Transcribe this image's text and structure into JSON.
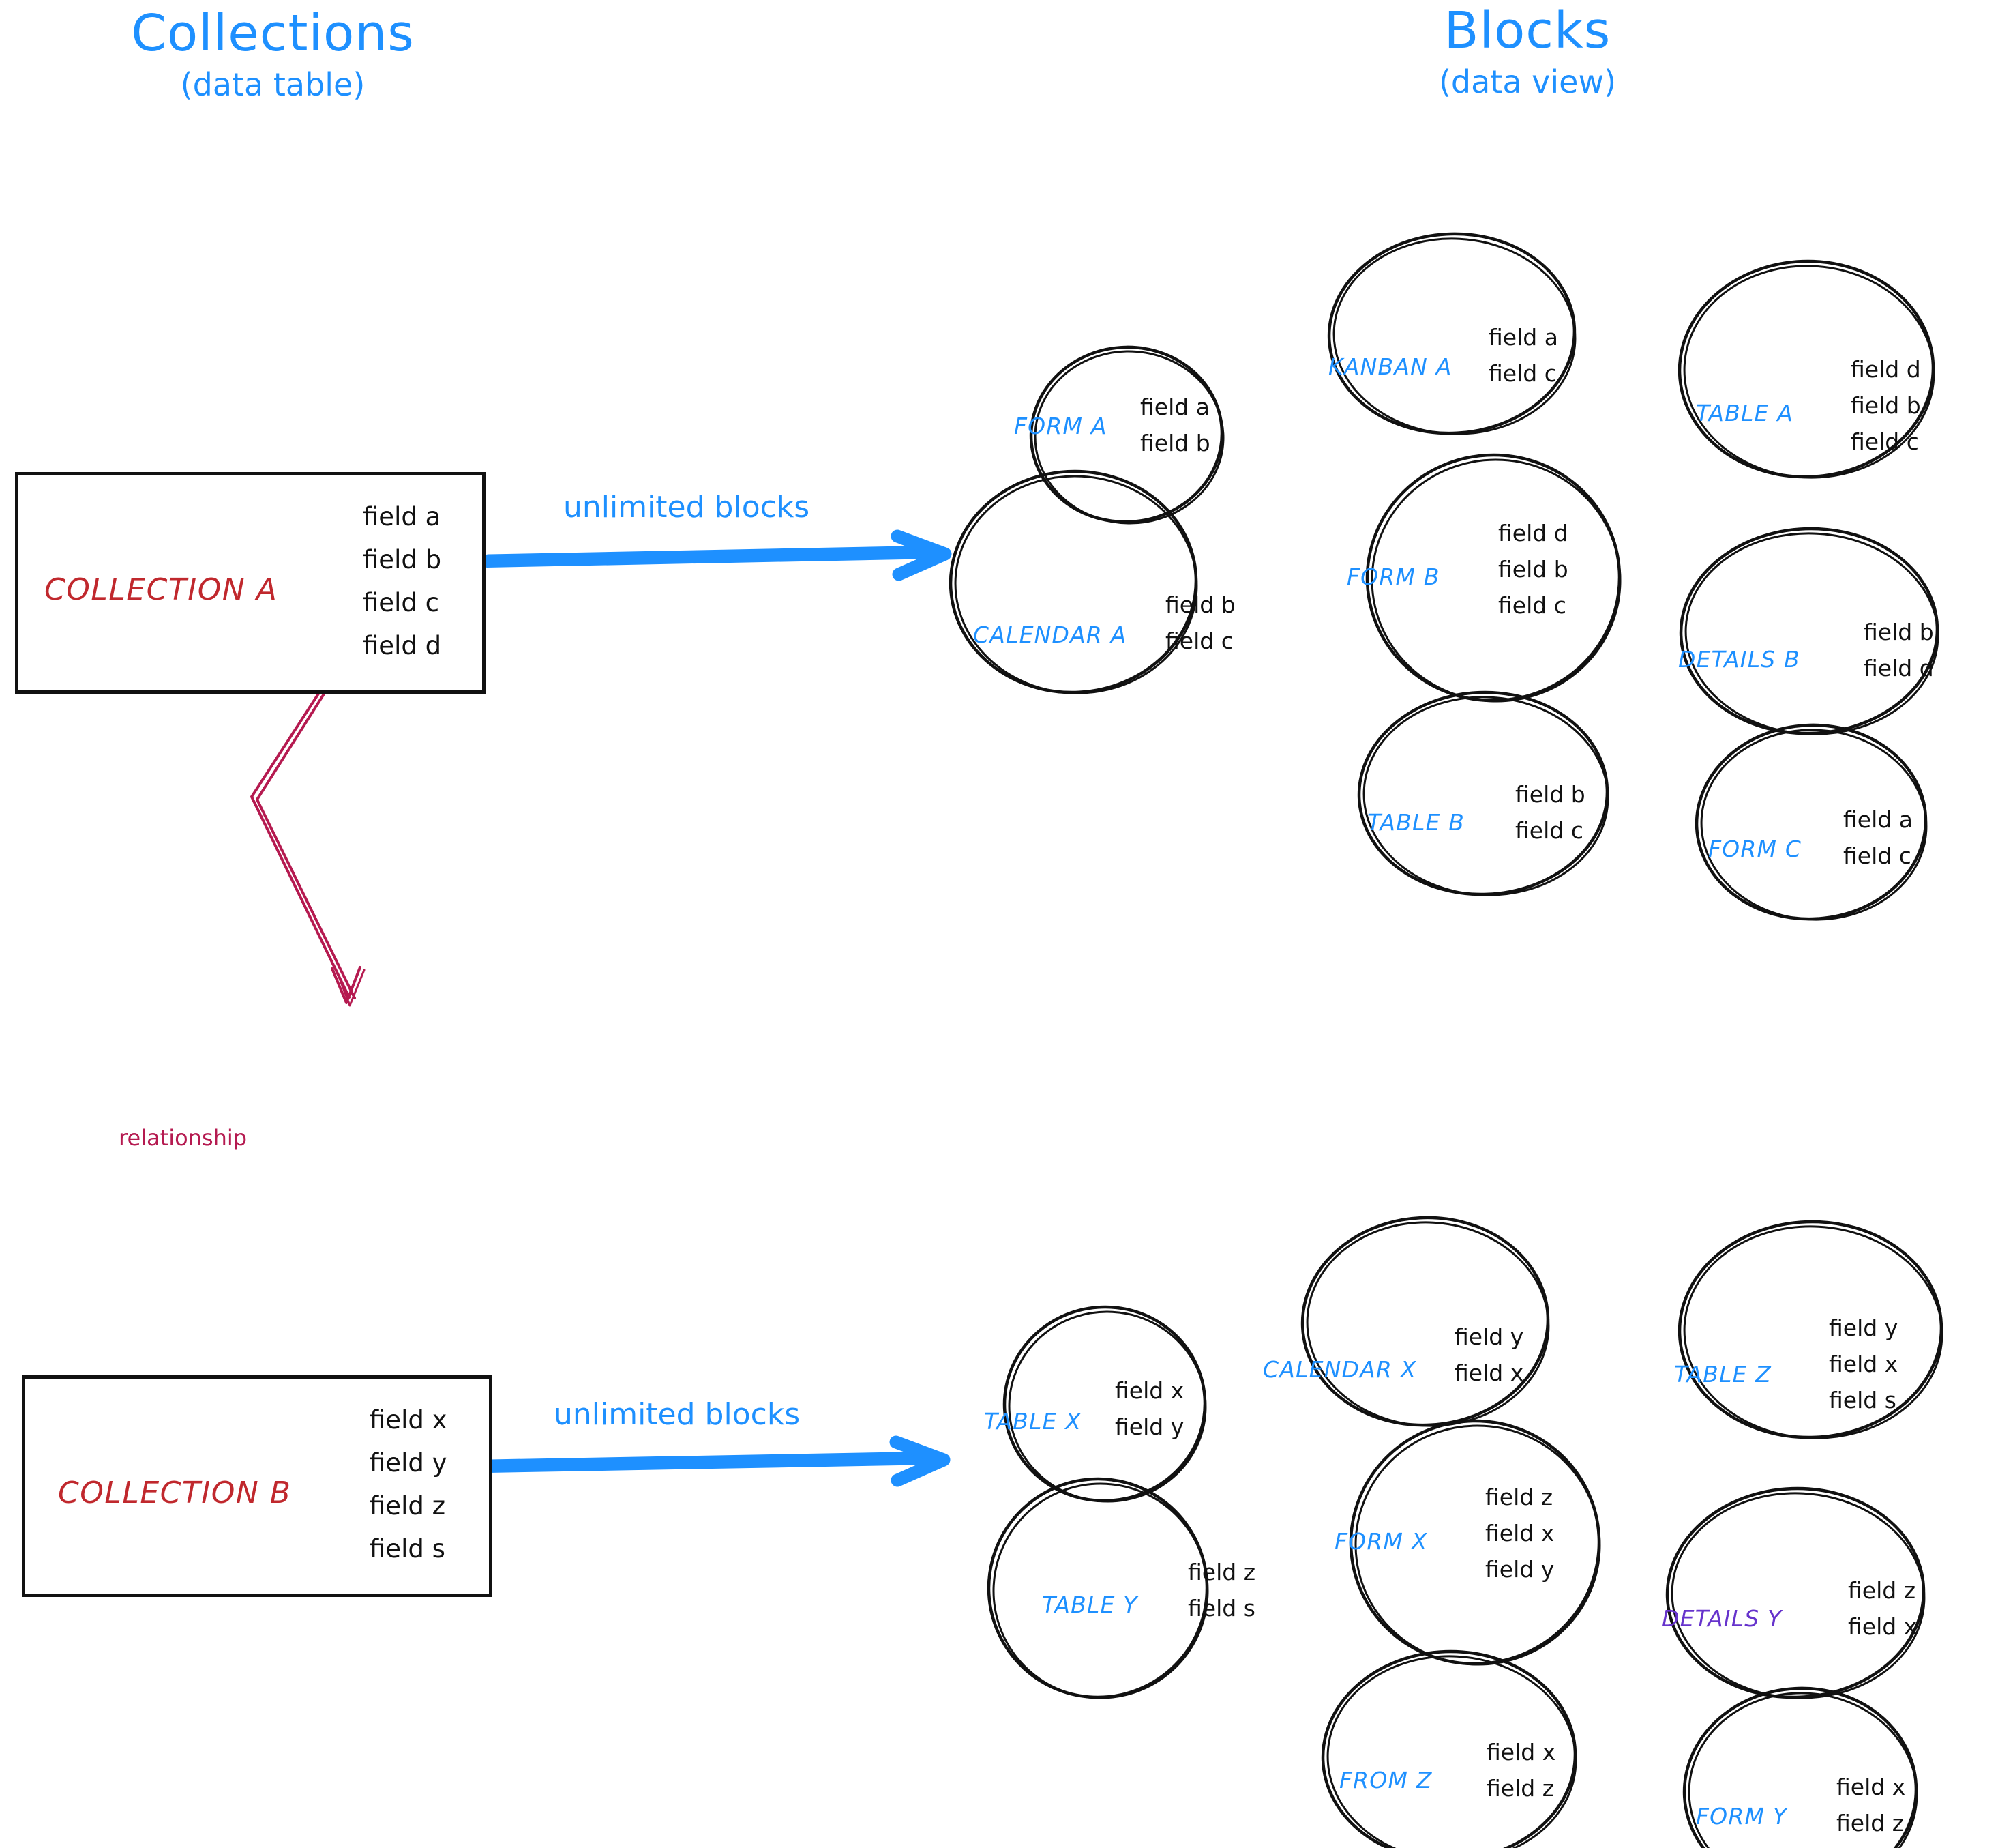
{
  "colors": {
    "accent_blue": "#1e90ff",
    "collection_red": "#c0282d",
    "relationship_crimson": "#b51a50",
    "details_purple": "#6633cc",
    "ink_black": "#111111"
  },
  "headers": {
    "left": {
      "title": "Collections",
      "subtitle": "(data table)"
    },
    "right": {
      "title": "Blocks",
      "subtitle": "(data view)"
    }
  },
  "collections": [
    {
      "id": "collection-a",
      "name": "COLLECTION A",
      "fields": [
        "field a",
        "field b",
        "field c",
        "field d"
      ]
    },
    {
      "id": "collection-b",
      "name": "COLLECTION B",
      "fields": [
        "field x",
        "field y",
        "field z",
        "field s"
      ]
    }
  ],
  "arrows": {
    "top_label": "unlimited blocks",
    "bottom_label": "unlimited blocks",
    "relationship_label": "relationship"
  },
  "blocks_top": [
    {
      "id": "form-a",
      "name": "FORM A",
      "fields": [
        "field a",
        "field b"
      ]
    },
    {
      "id": "kanban-a",
      "name": "KANBAN A",
      "fields": [
        "field a",
        "field c"
      ]
    },
    {
      "id": "table-a",
      "name": "TABLE A",
      "fields": [
        "field d",
        "field b",
        "field c"
      ]
    },
    {
      "id": "calendar-a",
      "name": "CALENDAR A",
      "fields": [
        "field b",
        "field c"
      ]
    },
    {
      "id": "form-b",
      "name": "FORM B",
      "fields": [
        "field d",
        "field b",
        "field c"
      ]
    },
    {
      "id": "details-b",
      "name": "DETAILS B",
      "fields": [
        "field b",
        "field d"
      ]
    },
    {
      "id": "table-b",
      "name": "TABLE B",
      "fields": [
        "field b",
        "field c"
      ]
    },
    {
      "id": "form-c",
      "name": "FORM C",
      "fields": [
        "field a",
        "field c"
      ]
    }
  ],
  "blocks_bottom": [
    {
      "id": "table-x",
      "name": "TABLE X",
      "fields": [
        "field x",
        "field y"
      ]
    },
    {
      "id": "calendar-x",
      "name": "CALENDAR X",
      "fields": [
        "field y",
        "field x"
      ]
    },
    {
      "id": "table-z",
      "name": "TABLE Z",
      "fields": [
        "field y",
        "field x",
        "field s"
      ]
    },
    {
      "id": "table-y",
      "name": "TABLE Y",
      "fields": [
        "field z",
        "field s"
      ]
    },
    {
      "id": "form-x",
      "name": "FORM X",
      "fields": [
        "field z",
        "field x",
        "field y"
      ]
    },
    {
      "id": "details-y",
      "name": "DETAILS Y",
      "fields": [
        "field z",
        "field x"
      ]
    },
    {
      "id": "from-z",
      "name": "FROM Z",
      "fields": [
        "field x",
        "field z"
      ]
    },
    {
      "id": "form-y",
      "name": "FORM Y",
      "fields": [
        "field x",
        "field z"
      ]
    }
  ]
}
